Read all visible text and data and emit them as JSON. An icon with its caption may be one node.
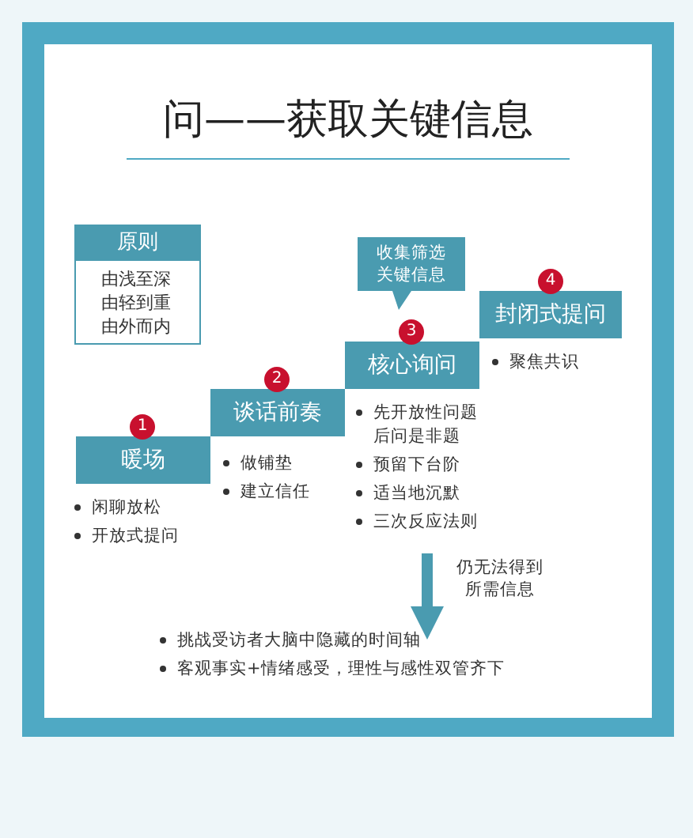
{
  "diagram": {
    "title": "问——获取关键信息",
    "nodes": [
      {
        "text": [
          "原则",
          "由浅至深由轻到重由外而内"
        ]
      },
      {
        "text": [
          "暖场"
        ],
        "beside": [
          "1",
          "闲聊放松",
          "开放式提问"
        ]
      },
      {
        "text": [
          "谈话前奏"
        ],
        "beside": [
          "2",
          "做铺垫",
          "建立信任"
        ]
      },
      {
        "text": [
          "核心询问"
        ],
        "beside": [
          "3",
          "先开放性问题后问是非题",
          "预留下台阶",
          "适当地沉默",
          "三次反应法则"
        ]
      },
      {
        "text": [
          "封闭式提问"
        ],
        "beside": [
          "4",
          "聚焦共识"
        ]
      },
      {
        "text": [
          "收集筛选关键信息"
        ]
      },
      {
        "text": [
          "挑战受访者大脑中隐藏的时间轴",
          "客观事实+情绪感受，理性与感性双管齐下"
        ]
      }
    ],
    "edges": [
      {
        "from": null,
        "to": 6,
        "arrow": "to",
        "label": "仍无法得到所需信息"
      }
    ]
  }
}
